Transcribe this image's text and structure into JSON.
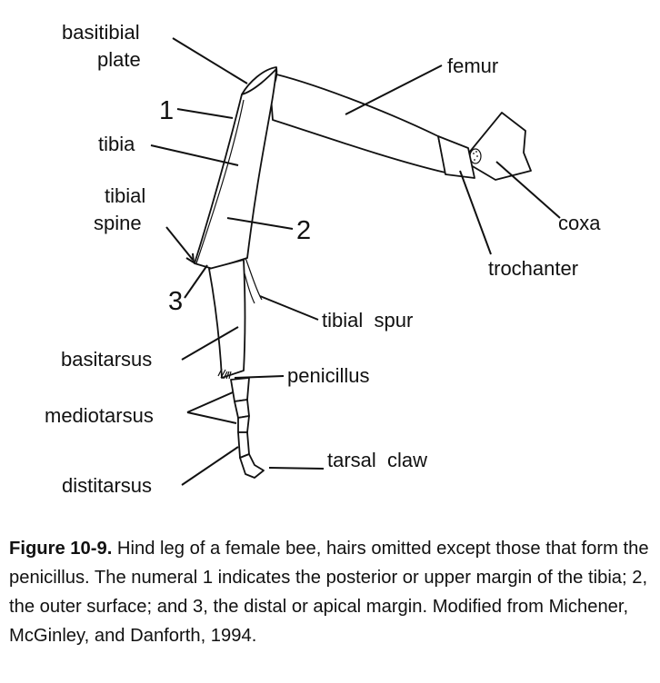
{
  "labels": {
    "basitibial_plate": [
      "basitibial",
      "plate"
    ],
    "femur": "femur",
    "numeral_1": "1",
    "tibia": "tibia",
    "tibial_spine": [
      "tibial",
      "spine"
    ],
    "numeral_2": "2",
    "coxa": "coxa",
    "trochanter": "trochanter",
    "numeral_3": "3",
    "tibial_spur": "tibial  spur",
    "basitarsus": "basitarsus",
    "penicillus": "penicillus",
    "mediotarsus": "mediotarsus",
    "tarsal_claw": "tarsal  claw",
    "distitarsus": "distitarsus"
  },
  "caption": {
    "label": "Figure 10-9.",
    "text": " Hind leg of a female bee, hairs omitted except those that form the penicillus. The numeral 1 indicates the posterior or upper margin of the tibia; 2, the outer surface; and 3, the distal or apical margin. Modified from Michener, McGinley, and Danforth, 1994."
  }
}
